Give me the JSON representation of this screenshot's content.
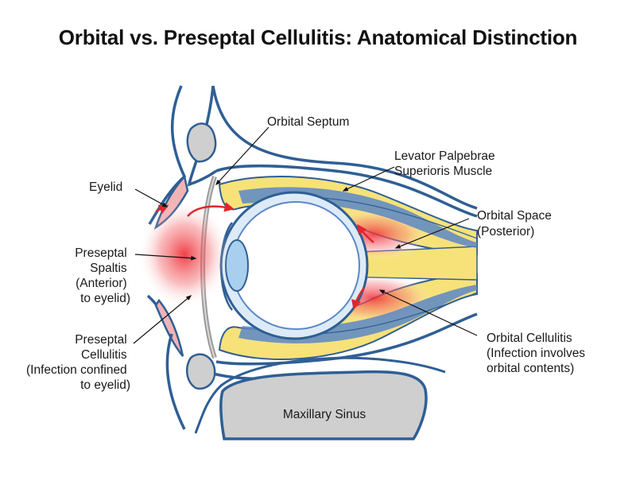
{
  "title": "Orbital vs. Preseptal Cellulitis: Anatomical Distinction",
  "labels": {
    "orbital_septum": "Orbital Septum",
    "levator": [
      "Levator Palpebrae",
      "Superioris Muscle"
    ],
    "eyelid": "Eyelid",
    "orbital_space": [
      "Orbital Space",
      "(Posterior)"
    ],
    "preseptal_space": [
      "Preseptal",
      "Spaltis",
      "(Anterior)",
      "to eyelid)"
    ],
    "preseptal_cellulitis": [
      "Preseptal",
      "Cellulitis",
      "(Infection confined",
      "to eyelid)"
    ],
    "orbital_cellulitis": [
      "Orbital Cellulitis",
      "(Infection involves",
      "orbital contents)"
    ],
    "maxillary_sinus": "Maxillary Sinus"
  },
  "colors": {
    "outline_blue": "#2f5f94",
    "fat_yellow": "#f7e27a",
    "muscle_blue": "#5b87c7",
    "infection_red": "#e8323a",
    "skin_pink": "#f2b3b5",
    "bone_gray": "#cfcfcf",
    "lens_blue": "#a9cfee"
  }
}
